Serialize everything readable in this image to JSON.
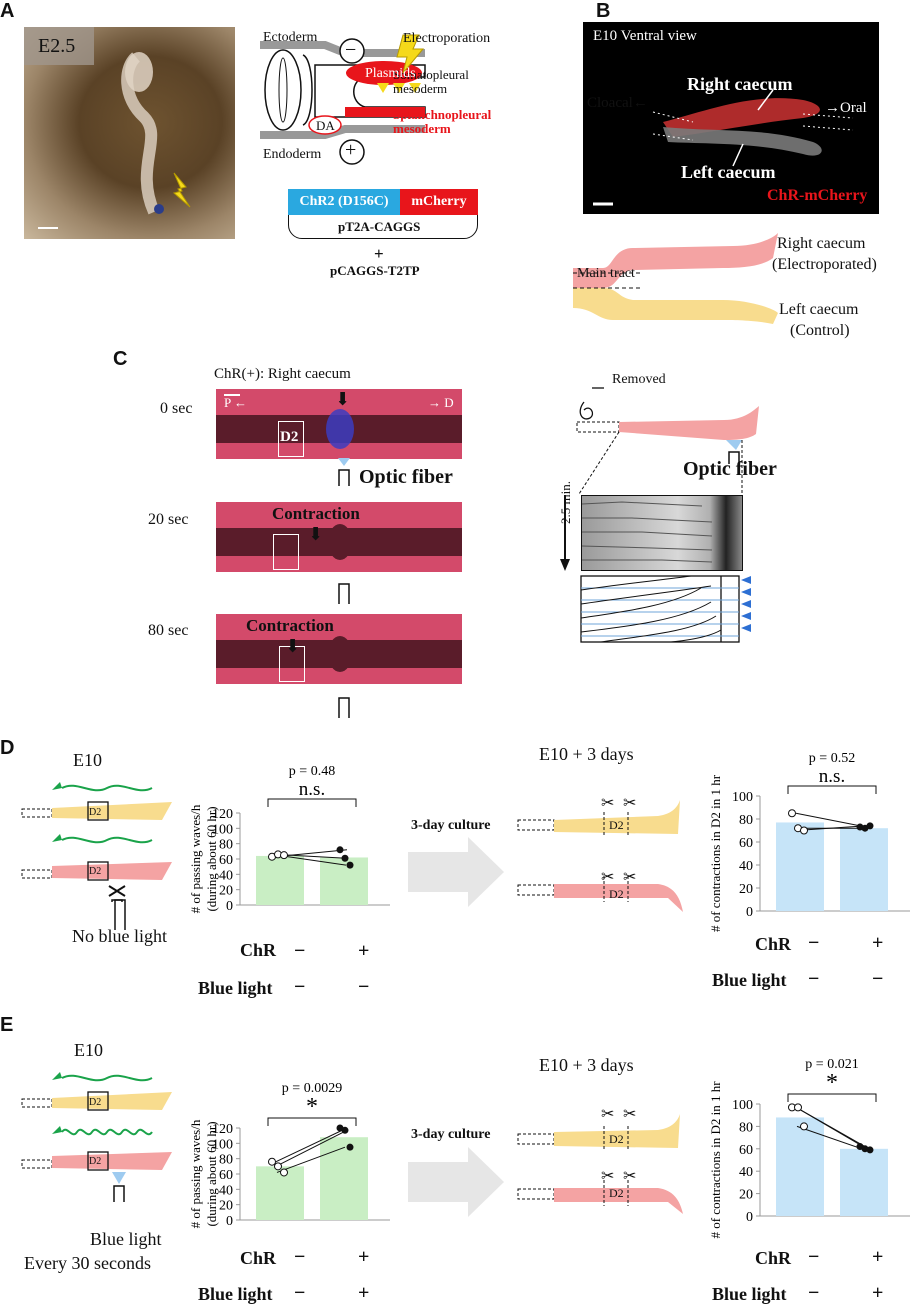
{
  "panels": {
    "a": "A",
    "b": "B",
    "c": "C",
    "d": "D",
    "e": "E"
  },
  "panel_a": {
    "photo_label": "E2.5",
    "ectoderm": "Ectoderm",
    "endoderm": "Endoderm",
    "electroporation": "Electroporation",
    "somatopleural": "Somatopleural",
    "mesoderm": "mesoderm",
    "plasmids": "Plasmids",
    "splanch1": "Splanchnopleural",
    "splanch2": "mesoderm",
    "da": "DA",
    "minus": "−",
    "plus_sign": "+",
    "chr2": "ChR2 (D156C)",
    "mcherry": "mCherry",
    "vector": "pT2A-CAGGS",
    "plus": "+",
    "transposase": "pCAGGS-T2TP",
    "colors": {
      "chr2_box": "#2aa8e0",
      "mcherry_box": "#e8151b",
      "splanch": "#e8151b"
    }
  },
  "panel_b": {
    "view": "E10  Ventral view",
    "right_caecum": "Right caecum",
    "left_caecum": "Left caecum",
    "cloacal": "Cloacal←",
    "oral": "→Oral",
    "chr_mcherry": "ChR-mCherry",
    "main_tract": "Main tract",
    "right_line1": "Right caecum",
    "right_line2": "(Electroporated)",
    "left_line1": "Left caecum",
    "left_line2": "(Control)",
    "colors": {
      "electroporated": "#f4a3a3",
      "control": "#f8dc8e"
    }
  },
  "panel_c": {
    "header": "ChR(+): Right caecum",
    "t0": "0 sec",
    "t20": "20  sec",
    "t80": "80  sec",
    "p_dir": "P ←",
    "d_dir": "→ D",
    "d2": "D2",
    "contraction": "Contraction",
    "optic_fiber": "Optic fiber",
    "removed": "Removed",
    "duration": "2.5 min."
  },
  "panel_d": {
    "stage": "E10",
    "no_light": "No blue light",
    "culture": "3-day culture",
    "stage_after": "E10 + 3 days",
    "d2": "D2",
    "chr": "ChR",
    "blue_light": "Blue light",
    "minus": "−",
    "plus": "+"
  },
  "panel_e": {
    "stage": "E10",
    "light1": "Blue light",
    "light2": "Every  30 seconds",
    "culture": "3-day culture",
    "stage_after": "E10 + 3 days",
    "d2": "D2",
    "chr": "ChR",
    "blue_light": "Blue light",
    "minus": "−",
    "plus": "+"
  },
  "chart_data": [
    {
      "id": "D-left",
      "type": "bar",
      "title": "",
      "ylabel": "# of passing waves/h (during about 60 hr)",
      "categories": [
        "ChR− / Blue light−",
        "ChR+ / Blue light−"
      ],
      "values": [
        64,
        62
      ],
      "ylim": [
        0,
        120
      ],
      "yticks": [
        0,
        20,
        40,
        60,
        80,
        100,
        120
      ],
      "pvalue": "p = 0.48",
      "sig": "n.s.",
      "pairs": [
        [
          63,
          72
        ],
        [
          66,
          61
        ],
        [
          65,
          52
        ]
      ],
      "bar_color": "#c9eec4"
    },
    {
      "id": "D-right",
      "type": "bar",
      "title": "",
      "ylabel": "# of contractions in D2 in 1 hr",
      "categories": [
        "ChR− / Blue light−",
        "ChR+ / Blue light−"
      ],
      "values": [
        77,
        72
      ],
      "ylim": [
        0,
        100
      ],
      "yticks": [
        0,
        20,
        40,
        60,
        80,
        100
      ],
      "pvalue": "p = 0.52",
      "sig": "n.s.",
      "pairs": [
        [
          85,
          73
        ],
        [
          72,
          72
        ],
        [
          70,
          74
        ]
      ],
      "bar_color": "#c6e4f8"
    },
    {
      "id": "E-left",
      "type": "bar",
      "title": "",
      "ylabel": "# of passing waves/h (during about 60 hr)",
      "categories": [
        "ChR− / Blue light+",
        "ChR+ / Blue light+"
      ],
      "values": [
        70,
        108
      ],
      "ylim": [
        0,
        120
      ],
      "yticks": [
        0,
        20,
        40,
        60,
        80,
        100,
        120
      ],
      "pvalue": "p = 0.0029",
      "sig": "*",
      "pairs": [
        [
          76,
          120
        ],
        [
          70,
          117
        ],
        [
          62,
          95
        ]
      ],
      "bar_color": "#c9eec4"
    },
    {
      "id": "E-right",
      "type": "bar",
      "title": "",
      "ylabel": "# of contractions in D2 in 1 hr",
      "categories": [
        "ChR− / Blue light+",
        "ChR+ / Blue light+"
      ],
      "values": [
        88,
        60
      ],
      "ylim": [
        0,
        100
      ],
      "yticks": [
        0,
        20,
        40,
        60,
        80,
        100
      ],
      "pvalue": "p = 0.021",
      "sig": "*",
      "pairs": [
        [
          97,
          62
        ],
        [
          97,
          60
        ],
        [
          80,
          59
        ]
      ],
      "bar_color": "#c6e4f8"
    }
  ]
}
